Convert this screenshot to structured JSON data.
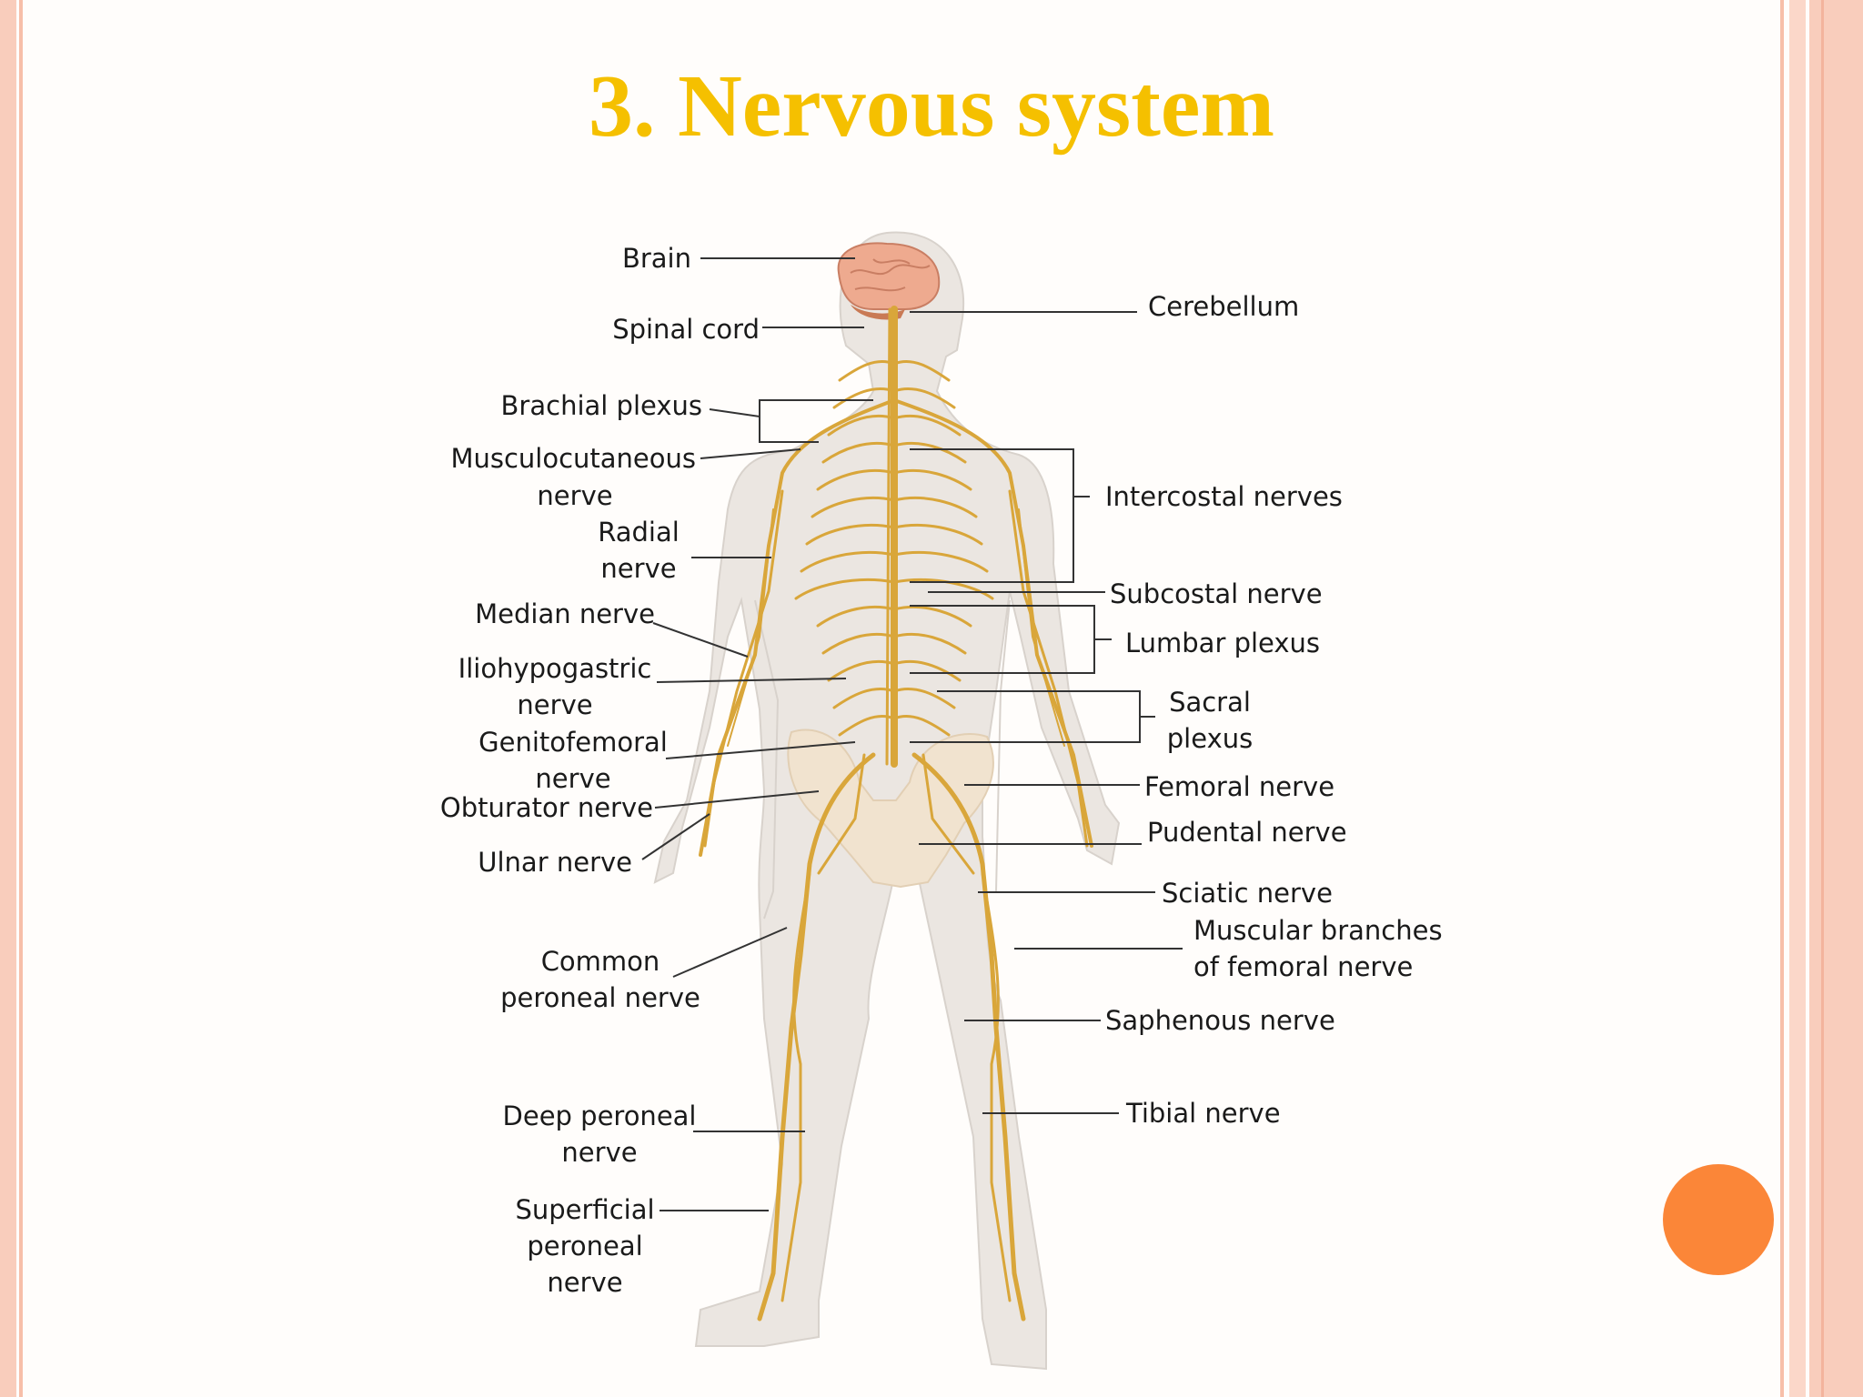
{
  "slide": {
    "title": "3. Nervous system",
    "colors": {
      "title": "#f5c000",
      "accent_circle": "#fb8638",
      "border": "#f8c9b7",
      "nerve": "#d9a63a",
      "body": "#ebe6e1",
      "brain": "#e9a98e"
    }
  },
  "diagram": {
    "labels": {
      "brain": "Brain",
      "spinal_cord": "Spinal cord",
      "brachial_plexus": "Brachial plexus",
      "musculocutaneous_1": "Musculocutaneous",
      "musculocutaneous_2": "nerve",
      "radial_1": "Radial",
      "radial_2": "nerve",
      "median": "Median nerve",
      "iliohypogastric_1": "Iliohypogastric",
      "iliohypogastric_2": "nerve",
      "genitofemoral_1": "Genitofemoral",
      "genitofemoral_2": "nerve",
      "obturator": "Obturator nerve",
      "ulnar": "Ulnar nerve",
      "common_peroneal_1": "Common",
      "common_peroneal_2": "peroneal nerve",
      "deep_peroneal_1": "Deep peroneal",
      "deep_peroneal_2": "nerve",
      "superficial_peroneal_1": "Superficial",
      "superficial_peroneal_2": "peroneal",
      "superficial_peroneal_3": "nerve",
      "cerebellum": "Cerebellum",
      "intercostal": "Intercostal nerves",
      "subcostal": "Subcostal nerve",
      "lumbar_plexus": "Lumbar plexus",
      "sacral_1": "Sacral",
      "sacral_2": "plexus",
      "femoral": "Femoral nerve",
      "pudental": "Pudental nerve",
      "sciatic": "Sciatic nerve",
      "muscular_branches_1": "Muscular branches",
      "muscular_branches_2": "of femoral nerve",
      "saphenous": "Saphenous nerve",
      "tibial": "Tibial nerve"
    }
  }
}
